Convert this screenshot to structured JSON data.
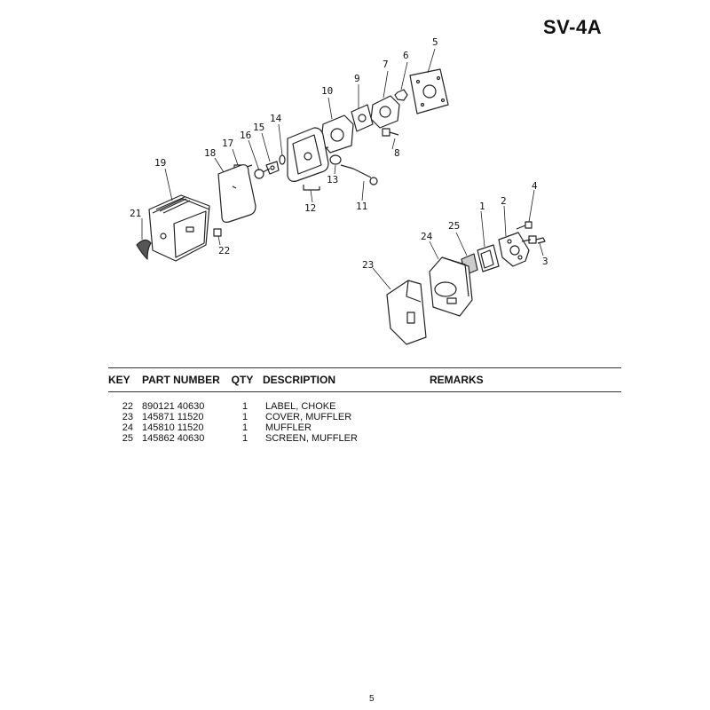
{
  "page": {
    "title": "SV-4A",
    "page_number": "5"
  },
  "diagram": {
    "callouts": [
      "1",
      "2",
      "3",
      "4",
      "5",
      "6",
      "7",
      "8",
      "9",
      "10",
      "11",
      "12",
      "13",
      "14",
      "15",
      "16",
      "17",
      "18",
      "19",
      "21",
      "22",
      "23",
      "24",
      "25"
    ]
  },
  "table": {
    "headers": {
      "key": "KEY",
      "part_number": "PART NUMBER",
      "qty": "QTY",
      "description": "DESCRIPTION",
      "remarks": "REMARKS"
    },
    "rows": [
      {
        "key": "22",
        "part_number": "890121 40630",
        "qty": "1",
        "description": "LABEL, CHOKE",
        "remarks": ""
      },
      {
        "key": "23",
        "part_number": "145871 11520",
        "qty": "1",
        "description": "COVER, MUFFLER",
        "remarks": ""
      },
      {
        "key": "24",
        "part_number": "145810 11520",
        "qty": "1",
        "description": "MUFFLER",
        "remarks": ""
      },
      {
        "key": "25",
        "part_number": "145862 40630",
        "qty": "1",
        "description": "SCREEN, MUFFLER",
        "remarks": ""
      }
    ]
  }
}
